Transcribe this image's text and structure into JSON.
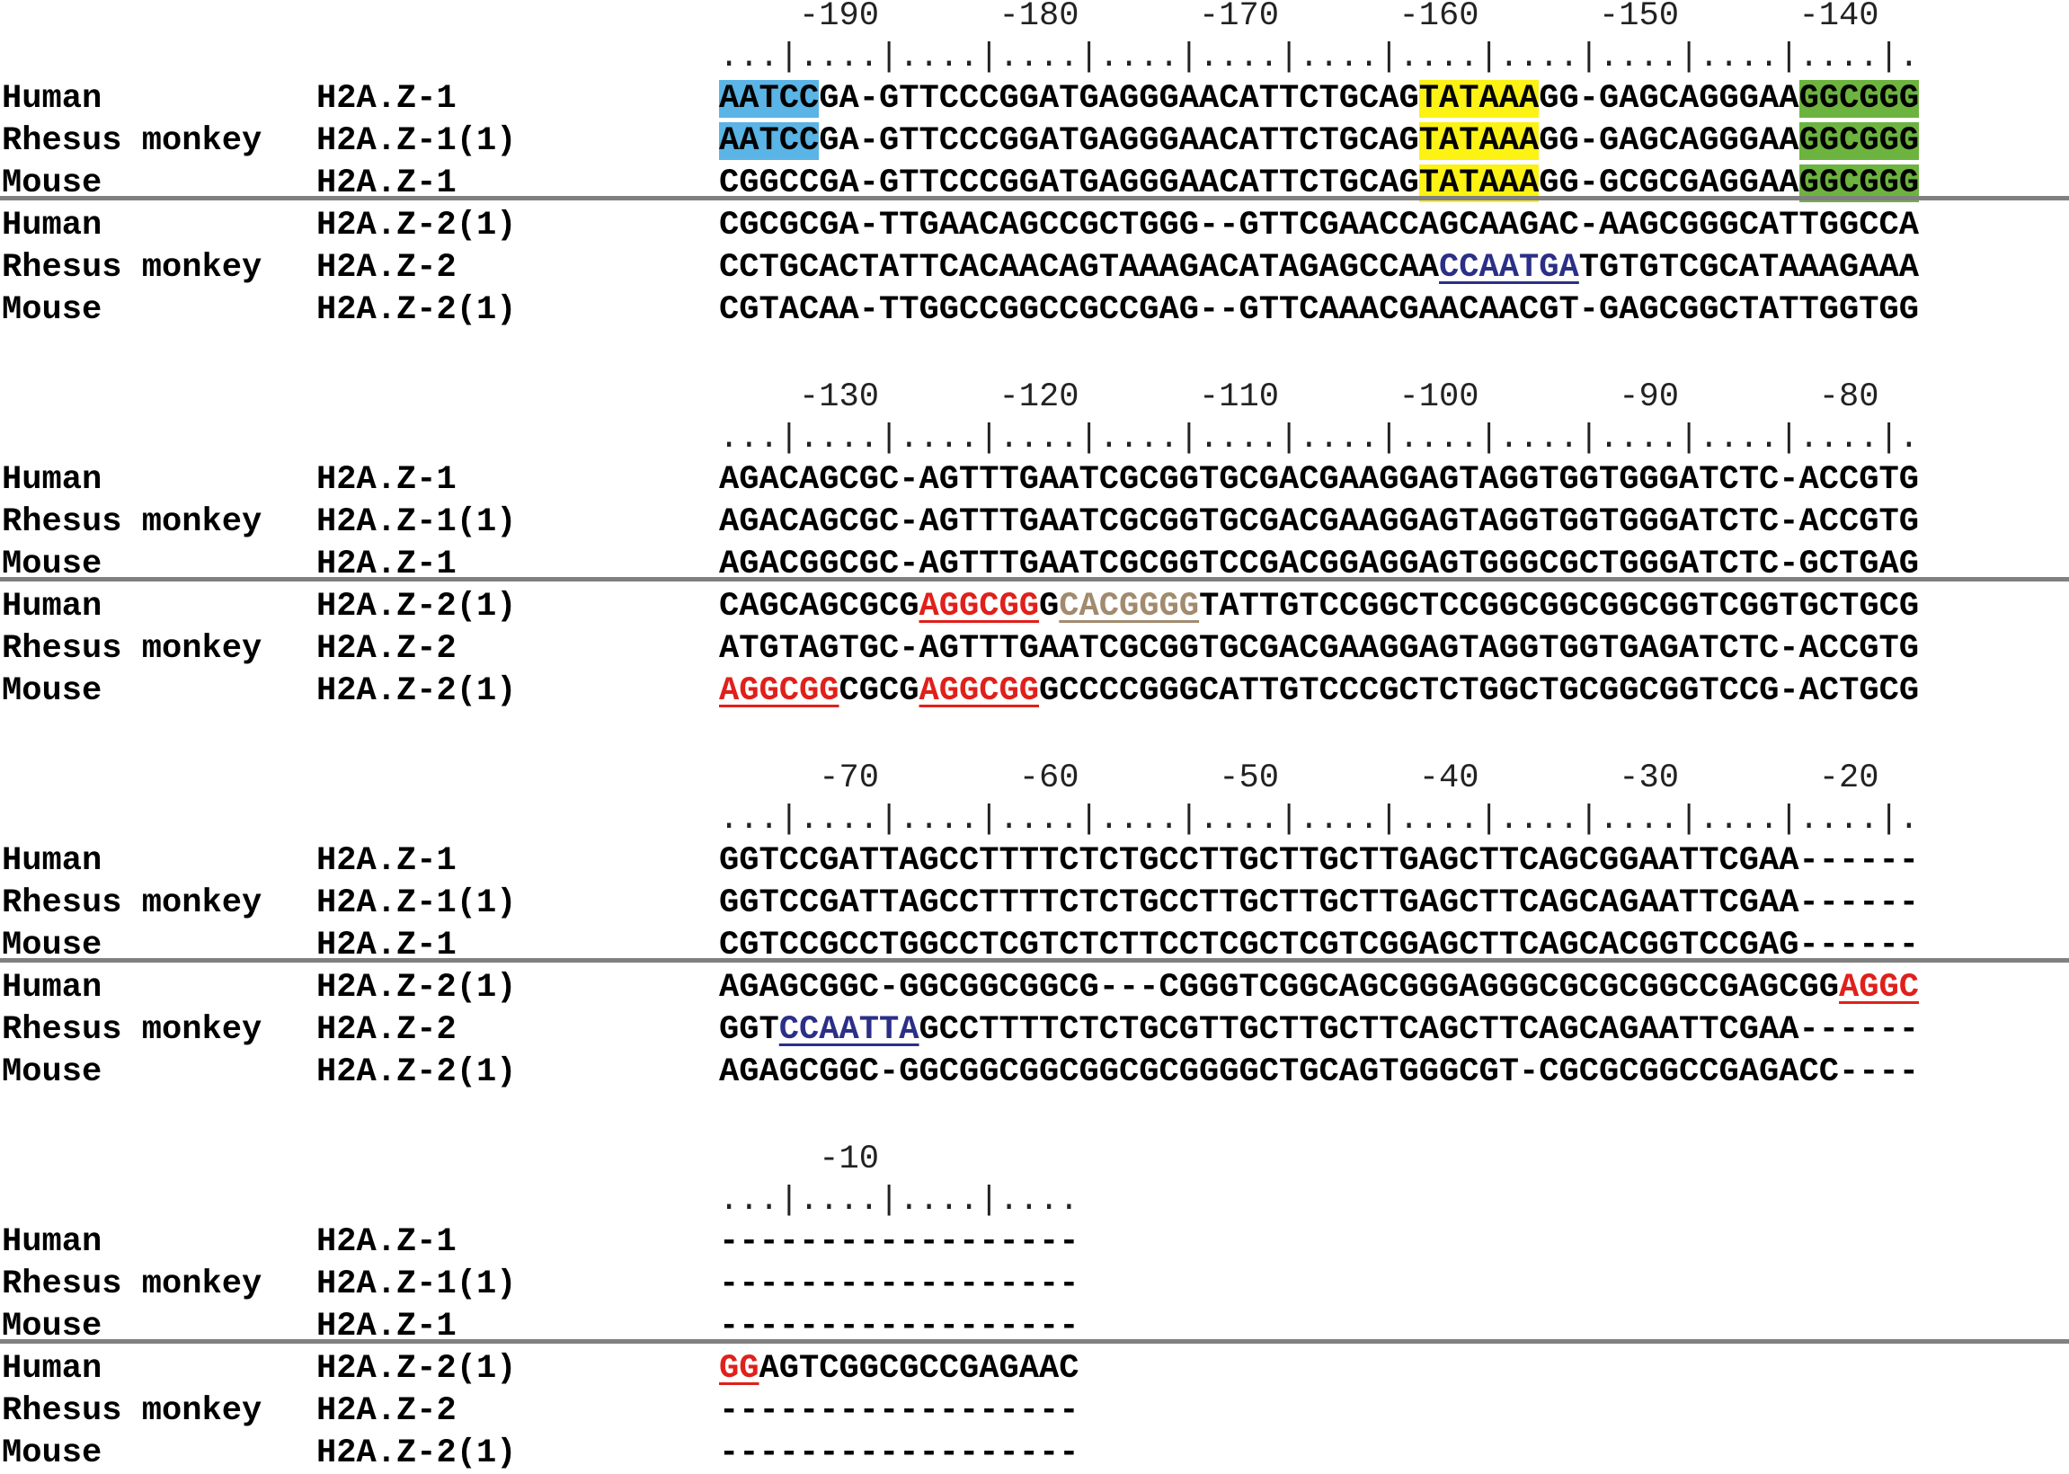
{
  "blocks": [
    {
      "ruler_numbers": "    -190      -180      -170      -160      -150      -140",
      "ruler_marks": "...|....|....|....|....|....|....|....|....|....|....|....|.",
      "rows": [
        {
          "species": "Human",
          "gene": "H2A.Z-1",
          "segments": [
            {
              "text": "AATCC",
              "style": "hl-blue"
            },
            {
              "text": "GA-GTTCCCGGATGAGGGAACATTCTGCAG",
              "style": ""
            },
            {
              "text": "TATAAA",
              "style": "hl-yellow"
            },
            {
              "text": "GG-GAGCAGGGAA",
              "style": ""
            },
            {
              "text": "GGCGGG",
              "style": "hl-green"
            }
          ]
        },
        {
          "species": "Rhesus monkey",
          "gene": "H2A.Z-1(1)",
          "segments": [
            {
              "text": "AATCC",
              "style": "hl-blue"
            },
            {
              "text": "GA-GTTCCCGGATGAGGGAACATTCTGCAG",
              "style": ""
            },
            {
              "text": "TATAAA",
              "style": "hl-yellow"
            },
            {
              "text": "GG-GAGCAGGGAA",
              "style": ""
            },
            {
              "text": "GGCGGG",
              "style": "hl-green"
            }
          ]
        },
        {
          "species": "Mouse",
          "gene": "H2A.Z-1",
          "segments": [
            {
              "text": "CGGCCGA-GTTCCCGGATGAGGGAACATTCTGCAG",
              "style": ""
            },
            {
              "text": "TATAAA",
              "style": "hl-yellow"
            },
            {
              "text": "GG-GCGCGAGGAA",
              "style": ""
            },
            {
              "text": "GGCGGG",
              "style": "hl-green"
            }
          ]
        },
        {
          "species": "Human",
          "gene": "H2A.Z-2(1)",
          "segments": [
            {
              "text": "CGCGCGA-TTGAACAGCCGCTGGG--GTTCGAACCAGCAAGAC-AAGCGGGCATTGGCCA",
              "style": ""
            }
          ]
        },
        {
          "species": "Rhesus monkey",
          "gene": "H2A.Z-2",
          "segments": [
            {
              "text": "CCTGCACTATTCACAACAGTAAAGACATAGAGCCAA",
              "style": ""
            },
            {
              "text": "CCAATGA",
              "style": "m-navy"
            },
            {
              "text": "TGTGTCGCATAAAGAAA",
              "style": ""
            }
          ]
        },
        {
          "species": "Mouse",
          "gene": "H2A.Z-2(1)",
          "segments": [
            {
              "text": "CGTACAA-TTGGCCGGCCGCCGAG--GTTCAAACGAACAACGT-GAGCGGCTATTGGTGG",
              "style": ""
            }
          ]
        }
      ]
    },
    {
      "ruler_numbers": "    -130      -120      -110      -100       -90       -80",
      "ruler_marks": "...|....|....|....|....|....|....|....|....|....|....|....|.",
      "rows": [
        {
          "species": "Human",
          "gene": "H2A.Z-1",
          "segments": [
            {
              "text": "AGACAGCGC-AGTTTGAATCGCGGTGCGACGAAGGAGTAGGTGGTGGGATCTC-ACCGTG",
              "style": ""
            }
          ]
        },
        {
          "species": "Rhesus monkey",
          "gene": "H2A.Z-1(1)",
          "segments": [
            {
              "text": "AGACAGCGC-AGTTTGAATCGCGGTGCGACGAAGGAGTAGGTGGTGGGATCTC-ACCGTG",
              "style": ""
            }
          ]
        },
        {
          "species": "Mouse",
          "gene": "H2A.Z-1",
          "segments": [
            {
              "text": "AGACGGCGC-AGTTTGAATCGCGGTCCGACGGAGGAGTGGGCGCTGGGATCTC-GCTGAG",
              "style": ""
            }
          ]
        },
        {
          "species": "Human",
          "gene": "H2A.Z-2(1)",
          "segments": [
            {
              "text": "CAGCAGCGCG",
              "style": ""
            },
            {
              "text": "AGGCGG",
              "style": "m-red"
            },
            {
              "text": "G",
              "style": ""
            },
            {
              "text": "CACGGGG",
              "style": "m-tan"
            },
            {
              "text": "TATTGTCCGGCTCCGGCGGCGGCGGTCGGTGCTGCG",
              "style": ""
            }
          ]
        },
        {
          "species": "Rhesus monkey",
          "gene": "H2A.Z-2",
          "segments": [
            {
              "text": "ATGTAGTGC-AGTTTGAATCGCGGTGCGACGAAGGAGTAGGTGGTGAGATCTC-ACCGTG",
              "style": ""
            }
          ]
        },
        {
          "species": "Mouse",
          "gene": "H2A.Z-2(1)",
          "segments": [
            {
              "text": "AGGCGG",
              "style": "m-red"
            },
            {
              "text": "CGCG",
              "style": ""
            },
            {
              "text": "AGGCGG",
              "style": "m-red"
            },
            {
              "text": "GCCCCGGGCATTGTCCCGCTCTGGCTGCGGCGGTCCG-ACTGCG",
              "style": ""
            }
          ]
        }
      ]
    },
    {
      "ruler_numbers": "     -70       -60       -50       -40       -30       -20",
      "ruler_marks": "...|....|....|....|....|....|....|....|....|....|....|....|.",
      "rows": [
        {
          "species": "Human",
          "gene": "H2A.Z-1",
          "segments": [
            {
              "text": "GGTCCGATTAGCCTTTTCTCTGCCTTGCTTGCTTGAGCTTCAGCGGAATTCGAA------",
              "style": ""
            }
          ]
        },
        {
          "species": "Rhesus monkey",
          "gene": "H2A.Z-1(1)",
          "segments": [
            {
              "text": "GGTCCGATTAGCCTTTTCTCTGCCTTGCTTGCTTGAGCTTCAGCAGAATTCGAA------",
              "style": ""
            }
          ]
        },
        {
          "species": "Mouse",
          "gene": "H2A.Z-1",
          "segments": [
            {
              "text": "CGTCCGCCTGGCCTCGTCTCTTCCTCGCTCGTCGGAGCTTCAGCACGGTCCGAG------",
              "style": ""
            }
          ]
        },
        {
          "species": "Human",
          "gene": "H2A.Z-2(1)",
          "segments": [
            {
              "text": "AGAGCGGC-GGCGGCGGCG---CGGGTCGGCAGCGGGAGGGCGCGCGGCCGAGCGG",
              "style": ""
            },
            {
              "text": "AGGC",
              "style": "m-red"
            }
          ]
        },
        {
          "species": "Rhesus monkey",
          "gene": "H2A.Z-2",
          "segments": [
            {
              "text": "GGT",
              "style": ""
            },
            {
              "text": "CCAATTA",
              "style": "m-navy"
            },
            {
              "text": "GCCTTTTCTCTGCGTTGCTTGCTTCAGCTTCAGCAGAATTCGAA------",
              "style": ""
            }
          ]
        },
        {
          "species": "Mouse",
          "gene": "H2A.Z-2(1)",
          "segments": [
            {
              "text": "AGAGCGGC-GGCGGCGGCGGCGCGGGGCTGCAGTGGGCGT-CGCGCGGCCGAGACC----",
              "style": ""
            }
          ]
        }
      ]
    },
    {
      "ruler_numbers": "     -10",
      "ruler_marks": "...|....|....|....",
      "rows": [
        {
          "species": "Human",
          "gene": "H2A.Z-1",
          "segments": [
            {
              "text": "------------------",
              "style": ""
            }
          ]
        },
        {
          "species": "Rhesus monkey",
          "gene": "H2A.Z-1(1)",
          "segments": [
            {
              "text": "------------------",
              "style": ""
            }
          ]
        },
        {
          "species": "Mouse",
          "gene": "H2A.Z-1",
          "segments": [
            {
              "text": "------------------",
              "style": ""
            }
          ]
        },
        {
          "species": "Human",
          "gene": "H2A.Z-2(1)",
          "segments": [
            {
              "text": "GG",
              "style": "m-red"
            },
            {
              "text": "AGTCGGCGCCGAGAAC",
              "style": ""
            }
          ]
        },
        {
          "species": "Rhesus monkey",
          "gene": "H2A.Z-2",
          "segments": [
            {
              "text": "------------------",
              "style": ""
            }
          ]
        },
        {
          "species": "Mouse",
          "gene": "H2A.Z-2(1)",
          "segments": [
            {
              "text": "------------------",
              "style": ""
            }
          ]
        }
      ]
    }
  ],
  "colors": {
    "divider": "#808080",
    "hl_blue": "#5ab4e5",
    "hl_yellow": "#fcf214",
    "hl_green": "#6db33f",
    "motif_red": "#e0201b",
    "motif_tan": "#a28a6e",
    "motif_navy": "#2b2f87"
  }
}
